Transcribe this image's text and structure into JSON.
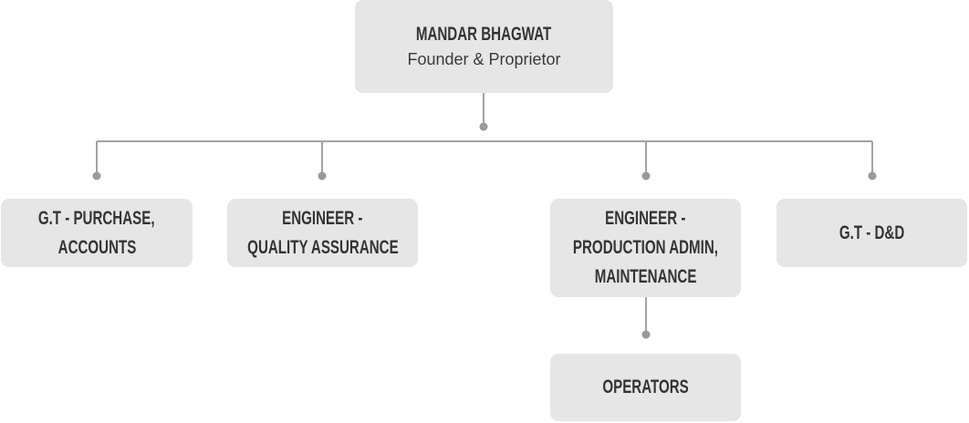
{
  "root": {
    "name": "MANDAR BHAGWAT",
    "title": "Founder & Proprietor"
  },
  "children": [
    {
      "lines": [
        "G.T - PURCHASE,",
        "ACCOUNTS"
      ]
    },
    {
      "lines": [
        "ENGINEER -",
        "QUALITY ASSURANCE"
      ]
    },
    {
      "lines": [
        "ENGINEER -",
        "PRODUCTION ADMIN,",
        "MAINTENANCE"
      ]
    },
    {
      "lines": [
        "G.T - D&D"
      ]
    }
  ],
  "subordinate": {
    "label": "OPERATORS"
  },
  "colors": {
    "box": "#e6e6e7",
    "line": "#9a9a9a",
    "text": "#343434"
  }
}
